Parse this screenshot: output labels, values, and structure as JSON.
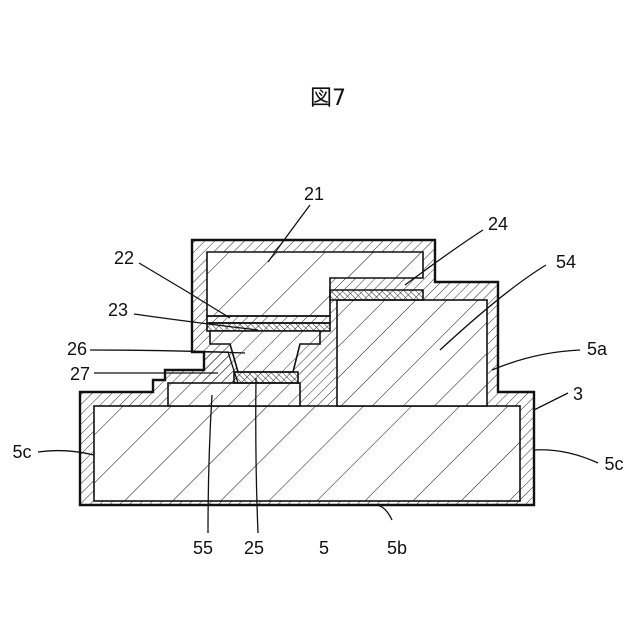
{
  "title": "図7",
  "labels": {
    "l21": "21",
    "l24": "24",
    "l22": "22",
    "l54": "54",
    "l23": "23",
    "l26": "26",
    "l5a": "5a",
    "l27": "27",
    "l3": "3",
    "l5c_left": "5c",
    "l5c_right": "5c",
    "l55": "55",
    "l25": "25",
    "l5": "5",
    "l5b": "5b"
  }
}
